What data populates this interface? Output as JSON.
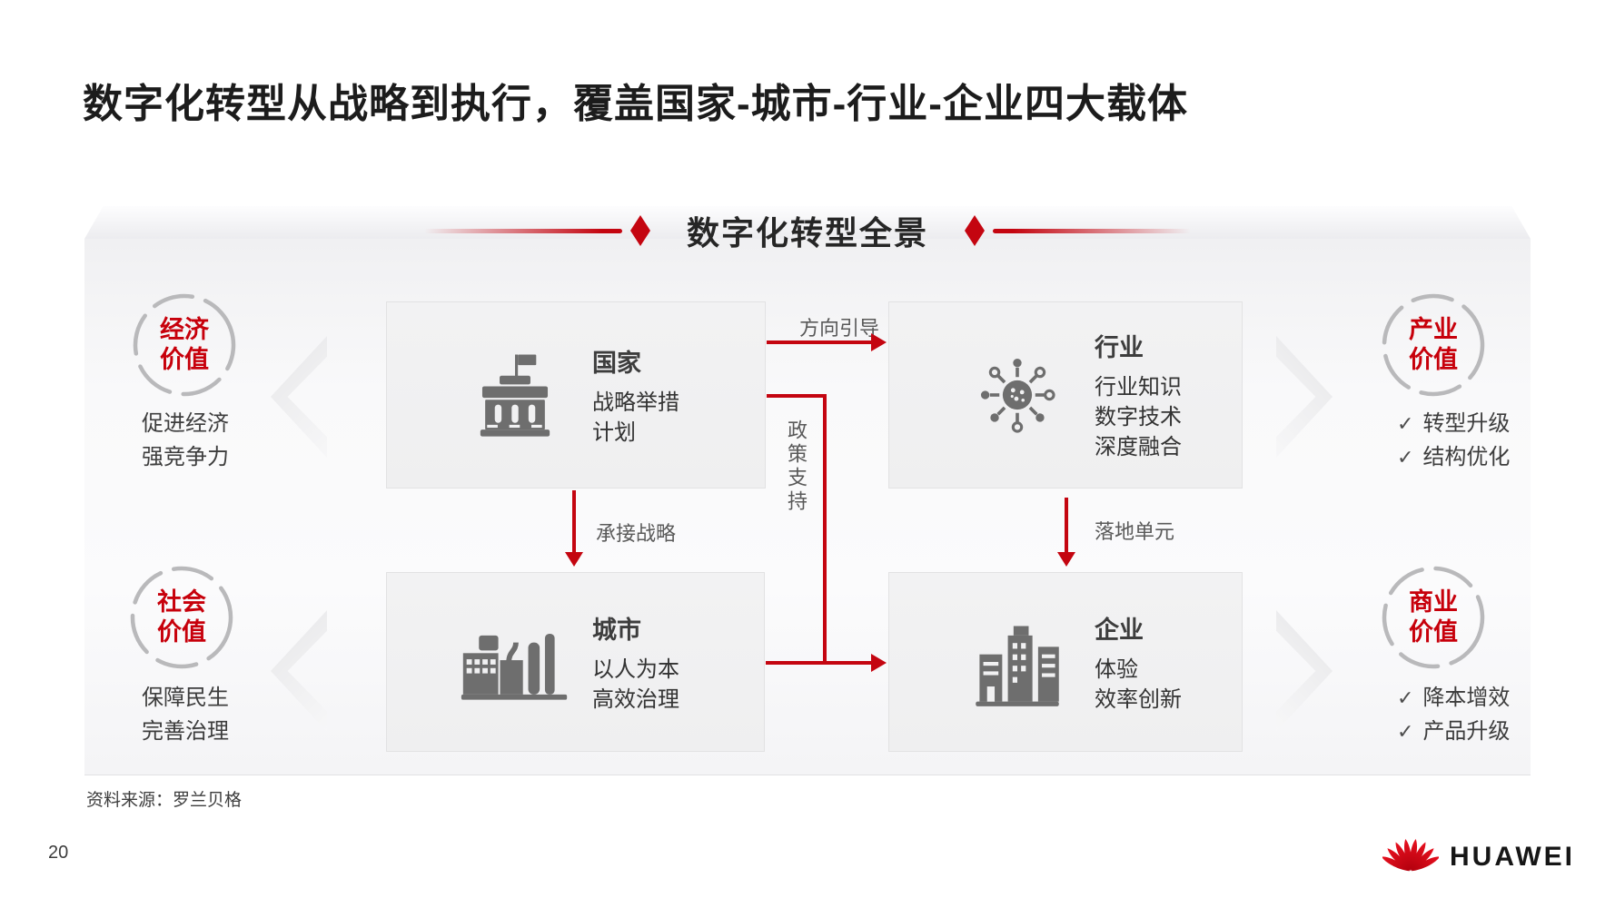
{
  "slide": {
    "title": "数字化转型从战略到执行，覆盖国家-城市-行业-企业四大载体",
    "page_number": "20",
    "source": "资料来源：罗兰贝格",
    "logo_text": "HUAWEI"
  },
  "panel": {
    "header": "数字化转型全景"
  },
  "boxes": {
    "country": {
      "title": "国家",
      "lines": [
        "战略举措",
        "计划"
      ],
      "icon": "government-building-icon"
    },
    "industry": {
      "title": "行业",
      "lines": [
        "行业知识",
        "数字技术",
        "深度融合"
      ],
      "icon": "network-hub-icon"
    },
    "city": {
      "title": "城市",
      "lines": [
        "以人为本",
        "高效治理"
      ],
      "icon": "factory-icon"
    },
    "enterprise": {
      "title": "企业",
      "lines": [
        "体验",
        "效率创新"
      ],
      "icon": "office-buildings-icon"
    }
  },
  "arrows": {
    "direction_guidance": "方向引导",
    "policy_support": "政策支持",
    "undertake_strategy": "承接战略",
    "landing_unit": "落地单元"
  },
  "values": {
    "check_glyph": "✓",
    "left": [
      {
        "circle": [
          "经济",
          "价值"
        ],
        "items": [
          "促进经济",
          "强竞争力"
        ]
      },
      {
        "circle": [
          "社会",
          "价值"
        ],
        "items": [
          "保障民生",
          "完善治理"
        ]
      }
    ],
    "right": [
      {
        "circle": [
          "产业",
          "价值"
        ],
        "items": [
          "转型升级",
          "结构优化"
        ]
      },
      {
        "circle": [
          "商业",
          "价值"
        ],
        "items": [
          "降本增效",
          "产品升级"
        ]
      }
    ]
  },
  "colors": {
    "accent_red": "#c40510",
    "circle_red": "#c7000b",
    "dark_text": "#1c1c1c",
    "body_text": "#333333",
    "label_gray": "#595959",
    "icon_gray": "#6e6e6e",
    "box_bg": "#f1f1f2"
  }
}
